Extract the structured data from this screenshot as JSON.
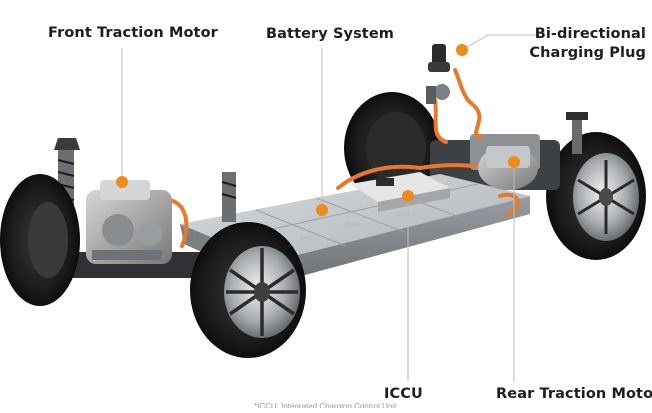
{
  "callouts": {
    "front_traction_motor": "Front Traction Motor",
    "battery_system": "Battery System",
    "charging_plug_line1": "Bi-directional",
    "charging_plug_line2": "Charging Plug",
    "iccu": "ICCU",
    "rear_traction_motor": "Rear Traction Motor"
  },
  "footnote": "*ICCU: Integrated Charging Control Unit",
  "colors": {
    "accent": "#f08a1c",
    "leader_line": "#bdbdbd",
    "label_text": "#1e1e1e",
    "battery_pack": "#c9cccf",
    "orange_cable": "#e9782a"
  }
}
